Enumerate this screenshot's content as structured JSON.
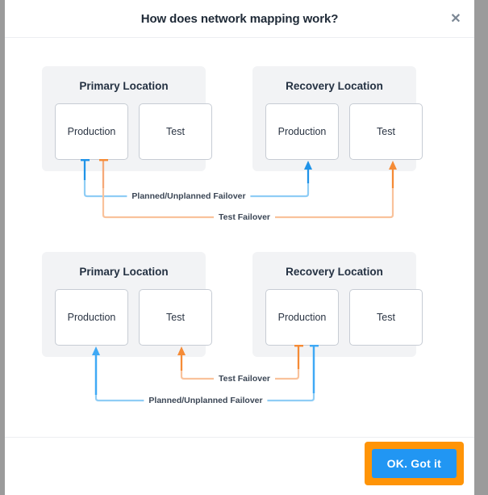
{
  "dialog": {
    "title": "How does network mapping work?",
    "close_icon": "close-icon",
    "close_glyph": "✕"
  },
  "colors": {
    "failover_blue": "#3fa9f5",
    "failover_blue_dark": "#1f93e8",
    "test_orange": "#f9b987",
    "test_orange_dark": "#f58b36",
    "panel_bg": "#f2f3f5",
    "node_border": "#c7ccd4",
    "button_blue": "#2196f3",
    "focus_orange": "#ff9407",
    "title_color": "#1f2a37"
  },
  "diagrams": [
    {
      "id": "diagram-failover-to-recovery",
      "panels": [
        {
          "id": "primary",
          "title": "Primary Location",
          "nodes": [
            {
              "id": "production",
              "label": "Production"
            },
            {
              "id": "test",
              "label": "Test"
            }
          ]
        },
        {
          "id": "recovery",
          "title": "Recovery Location",
          "nodes": [
            {
              "id": "production",
              "label": "Production"
            },
            {
              "id": "test",
              "label": "Test"
            }
          ]
        }
      ],
      "wires": [
        {
          "id": "planned-unplanned-failover",
          "label": "Planned/Unplanned Failover",
          "color": "#3fa9f5",
          "from": "primary.production",
          "to": "recovery.production"
        },
        {
          "id": "test-failover",
          "label": "Test Failover",
          "color": "#f9b987",
          "from": "primary.production",
          "to": "recovery.test"
        }
      ]
    },
    {
      "id": "diagram-failback-to-primary",
      "panels": [
        {
          "id": "primary",
          "title": "Primary Location",
          "nodes": [
            {
              "id": "production",
              "label": "Production"
            },
            {
              "id": "test",
              "label": "Test"
            }
          ]
        },
        {
          "id": "recovery",
          "title": "Recovery Location",
          "nodes": [
            {
              "id": "production",
              "label": "Production"
            },
            {
              "id": "test",
              "label": "Test"
            }
          ]
        }
      ],
      "wires": [
        {
          "id": "test-failover",
          "label": "Test Failover",
          "color": "#f9b987",
          "from": "recovery.production",
          "to": "primary.test"
        },
        {
          "id": "planned-unplanned-failover",
          "label": "Planned/Unplanned Failover",
          "color": "#3fa9f5",
          "from": "recovery.production",
          "to": "primary.production"
        }
      ]
    }
  ],
  "footer": {
    "ok_label": "OK. Got it"
  }
}
